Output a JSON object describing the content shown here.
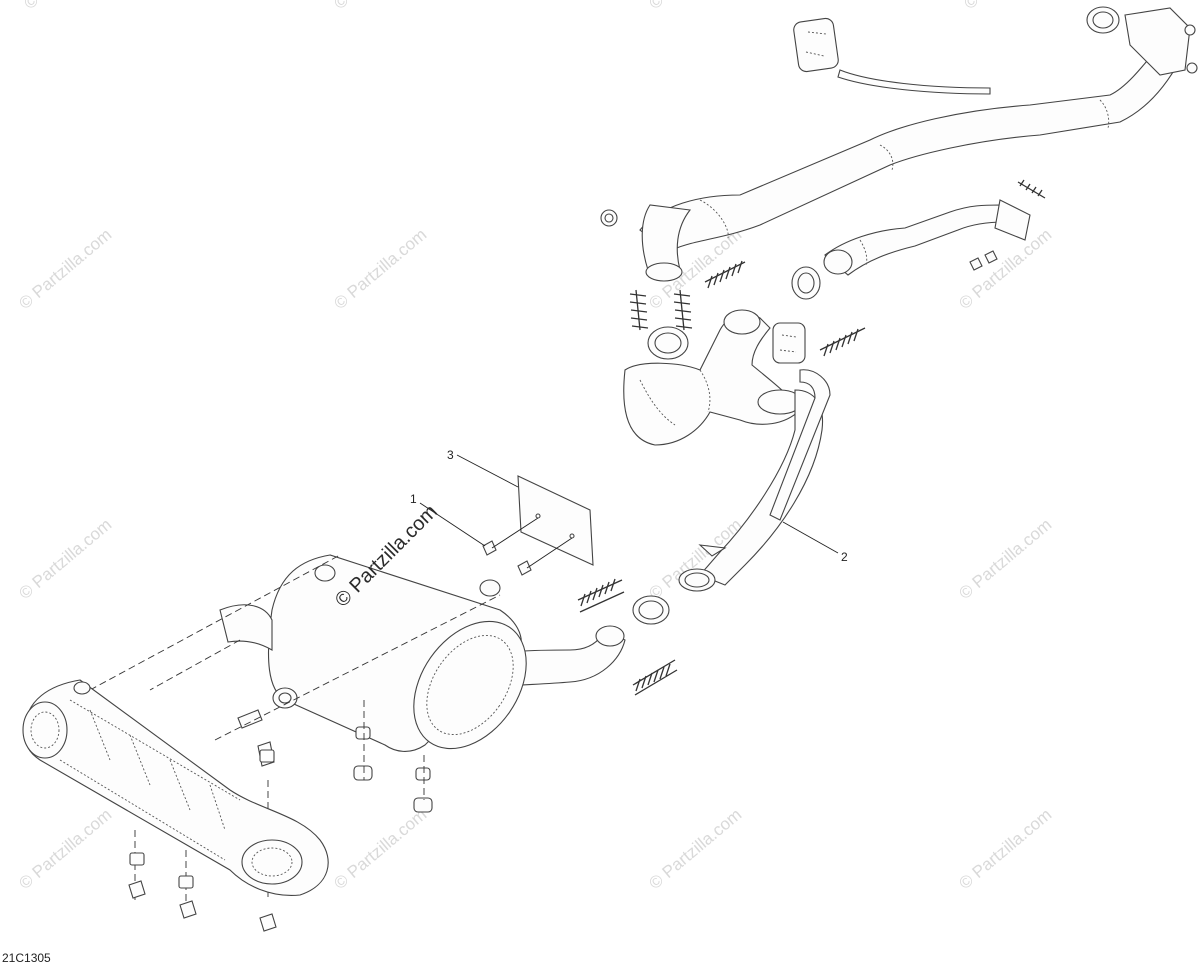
{
  "diagram": {
    "figure_code": "21C1305",
    "watermark_text": "© Partzilla.com",
    "callouts": [
      {
        "id": "1",
        "label": "1"
      },
      {
        "id": "2",
        "label": "2"
      },
      {
        "id": "3",
        "label": "3"
      }
    ]
  },
  "colors": {
    "line": "#444444",
    "watermark": "#d9d9d9",
    "text": "#222222"
  }
}
